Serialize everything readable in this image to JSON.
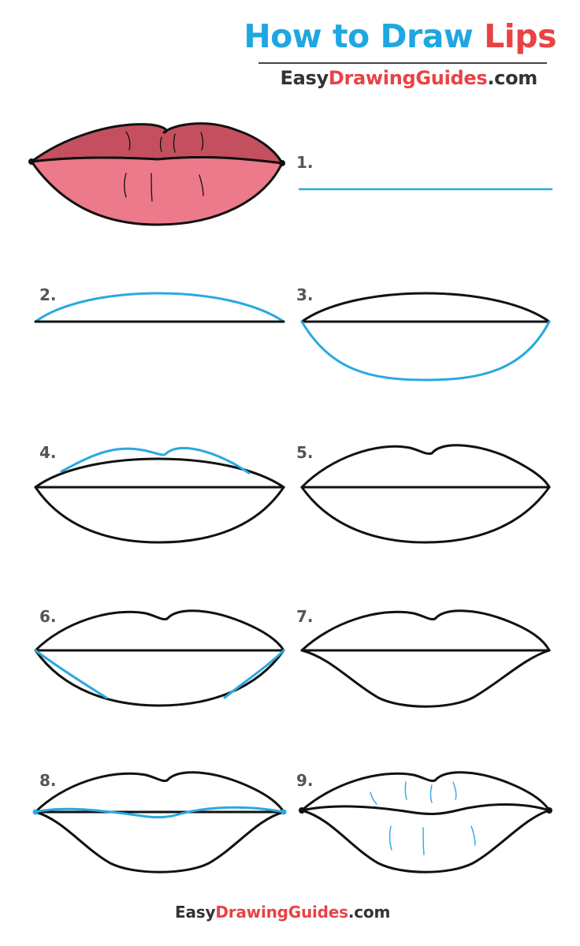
{
  "header": {
    "title_main": "How to Draw ",
    "title_accent": "Lips",
    "brand_easy": "Easy",
    "brand_drawing": "Drawing",
    "brand_guides": "Guides",
    "brand_com": ".com"
  },
  "steps": [
    {
      "label": "1."
    },
    {
      "label": "2."
    },
    {
      "label": "3."
    },
    {
      "label": "4."
    },
    {
      "label": "5."
    },
    {
      "label": "6."
    },
    {
      "label": "7."
    },
    {
      "label": "8."
    },
    {
      "label": "9."
    }
  ],
  "footer": {
    "brand_easy": "Easy",
    "brand_drawing": "Drawing",
    "brand_guides": "Guides",
    "brand_com": ".com"
  },
  "colors": {
    "title_blue": "#1ea7e1",
    "accent_red": "#e94244",
    "guide_blue": "#29a9e1",
    "upper_lip": "#c4505f",
    "lower_lip": "#ec7a8a",
    "ink": "#111111"
  }
}
